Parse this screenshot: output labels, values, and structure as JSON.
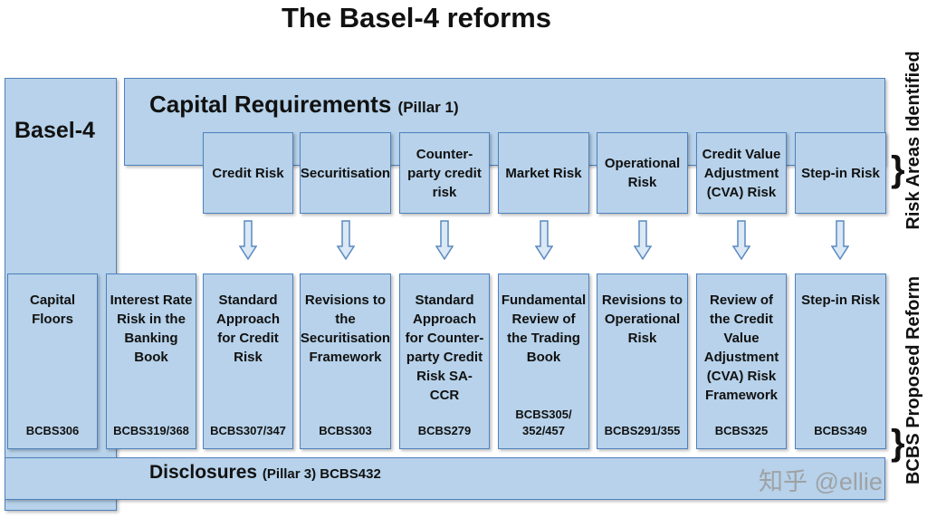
{
  "title": "The Basel-4 reforms",
  "basel_label": "Basel-4",
  "capital": {
    "label": "Capital Requirements",
    "note": "(Pillar 1)"
  },
  "risks": [
    "Credit Risk",
    "Securitisation",
    "Counter-party credit risk",
    "Market Risk",
    "Operational Risk",
    "Credit Value Adjustment (CVA) Risk",
    "Step-in Risk"
  ],
  "reforms": [
    {
      "name": "Capital Floors",
      "code": "BCBS306"
    },
    {
      "name": "Interest Rate Risk in the Banking Book",
      "code": "BCBS319/368"
    },
    {
      "name": "Standard Approach for Credit Risk",
      "code": "BCBS307/347"
    },
    {
      "name": "Revisions to the Securitisation Framework",
      "code": "BCBS303"
    },
    {
      "name": "Standard Approach for Counter-party Credit Risk SA-CCR",
      "code": "BCBS279"
    },
    {
      "name": "Fundamental Review of the Trading Book",
      "code": "BCBS305/ 352/457"
    },
    {
      "name": "Revisions to Operational Risk",
      "code": "BCBS291/355"
    },
    {
      "name": "Review of the Credit Value Adjustment (CVA) Risk Framework",
      "code": "BCBS325"
    },
    {
      "name": "Step-in Risk",
      "code": "BCBS349"
    }
  ],
  "disclosures": {
    "label": "Disclosures",
    "note": "(Pillar 3) BCBS432"
  },
  "side_labels": {
    "top": "Risk Areas Identified",
    "bottom": "BCBS Proposed Reform"
  },
  "watermark": "知乎 @ellie",
  "colors": {
    "box_fill": "#b7d2ea",
    "box_border": "#4f81bd"
  }
}
